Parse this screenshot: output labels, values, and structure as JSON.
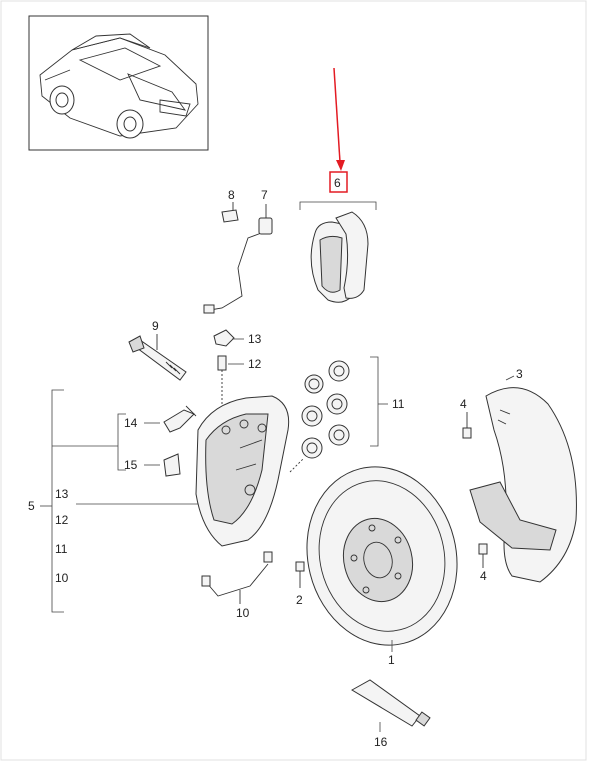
{
  "callouts": {
    "disc": "1",
    "screw": "2",
    "shield": "3",
    "shield_bolt_top": "4",
    "shield_bolt_bottom": "4",
    "caliper_assembly": "5",
    "brake_pads": "6",
    "wear_sensor": "7",
    "sensor_clip": "8",
    "caliper_bolt": "9",
    "brake_line": "10",
    "seal_kit": "11",
    "bleeder_valve": "12",
    "bleeder_cap": "13",
    "pad_spring": "14",
    "retaining_clip": "15",
    "paste_tube": "16"
  },
  "assembly_list": [
    "13",
    "12",
    "11",
    "10"
  ],
  "colors": {
    "highlight": "#e31b23",
    "line": "#333333",
    "background": "#ffffff"
  }
}
